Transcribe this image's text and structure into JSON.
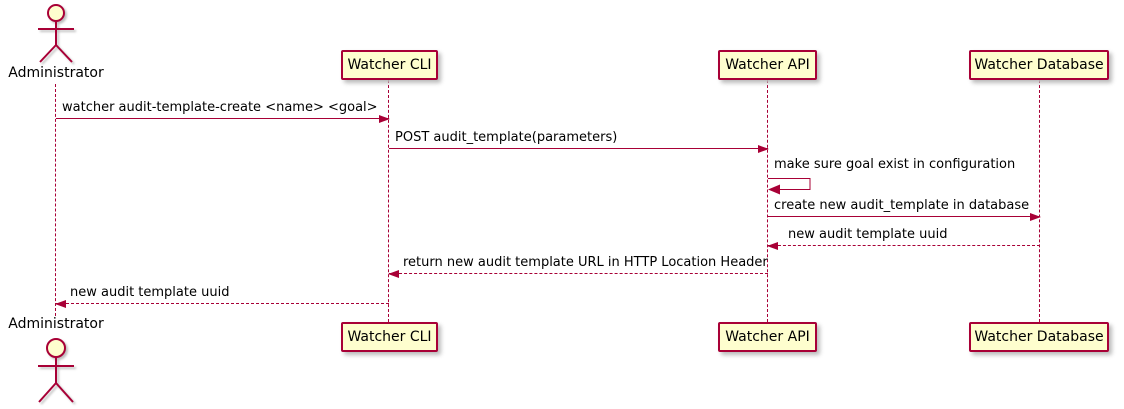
{
  "diagram": {
    "type": "uml-sequence-diagram",
    "actor": {
      "name": "Administrator"
    },
    "participants": [
      {
        "label": "Watcher CLI"
      },
      {
        "label": "Watcher API"
      },
      {
        "label": "Watcher Database"
      }
    ],
    "messages": [
      {
        "from": "Administrator",
        "to": "Watcher CLI",
        "style": "solid",
        "label": "watcher audit-template-create <name> <goal>"
      },
      {
        "from": "Watcher CLI",
        "to": "Watcher API",
        "style": "solid",
        "label": "POST audit_template(parameters)"
      },
      {
        "from": "Watcher API",
        "to": "Watcher API",
        "style": "self",
        "label": "make sure goal exist in configuration"
      },
      {
        "from": "Watcher API",
        "to": "Watcher Database",
        "style": "solid",
        "label": "create new audit_template in database"
      },
      {
        "from": "Watcher Database",
        "to": "Watcher API",
        "style": "dashed",
        "label": "new audit template uuid"
      },
      {
        "from": "Watcher API",
        "to": "Watcher CLI",
        "style": "dashed",
        "label": "return new audit template URL in HTTP Location Header"
      },
      {
        "from": "Watcher CLI",
        "to": "Administrator",
        "style": "dashed",
        "label": "new audit template uuid"
      }
    ],
    "colors": {
      "border": "#A80036",
      "fill": "#FEFECE",
      "text": "#000000",
      "shadow": "#BBBBBB",
      "background": "#FFFFFF"
    }
  }
}
